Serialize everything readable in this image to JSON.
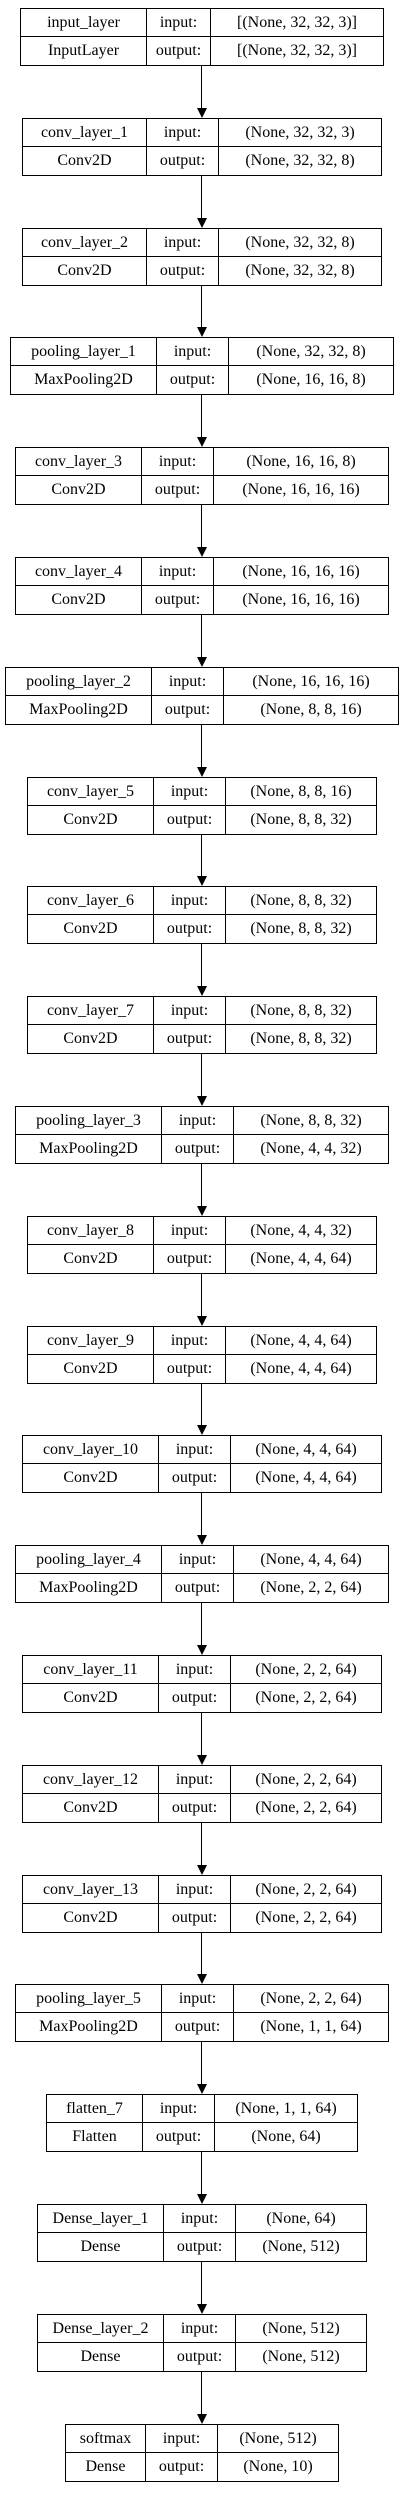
{
  "field_labels": {
    "input": "input:",
    "output": "output:"
  },
  "layers": [
    {
      "name": "input_layer",
      "type": "InputLayer",
      "input": "[(None, 32, 32, 3)]",
      "output": "[(None, 32, 32, 3)]"
    },
    {
      "name": "conv_layer_1",
      "type": "Conv2D",
      "input": "(None, 32, 32, 3)",
      "output": "(None, 32, 32, 8)"
    },
    {
      "name": "conv_layer_2",
      "type": "Conv2D",
      "input": "(None, 32, 32, 8)",
      "output": "(None, 32, 32, 8)"
    },
    {
      "name": "pooling_layer_1",
      "type": "MaxPooling2D",
      "input": "(None, 32, 32, 8)",
      "output": "(None, 16, 16, 8)"
    },
    {
      "name": "conv_layer_3",
      "type": "Conv2D",
      "input": "(None, 16, 16, 8)",
      "output": "(None, 16, 16, 16)"
    },
    {
      "name": "conv_layer_4",
      "type": "Conv2D",
      "input": "(None, 16, 16, 16)",
      "output": "(None, 16, 16, 16)"
    },
    {
      "name": "pooling_layer_2",
      "type": "MaxPooling2D",
      "input": "(None, 16, 16, 16)",
      "output": "(None, 8, 8, 16)"
    },
    {
      "name": "conv_layer_5",
      "type": "Conv2D",
      "input": "(None, 8, 8, 16)",
      "output": "(None, 8, 8, 32)"
    },
    {
      "name": "conv_layer_6",
      "type": "Conv2D",
      "input": "(None, 8, 8, 32)",
      "output": "(None, 8, 8, 32)"
    },
    {
      "name": "conv_layer_7",
      "type": "Conv2D",
      "input": "(None, 8, 8, 32)",
      "output": "(None, 8, 8, 32)"
    },
    {
      "name": "pooling_layer_3",
      "type": "MaxPooling2D",
      "input": "(None, 8, 8, 32)",
      "output": "(None, 4, 4, 32)"
    },
    {
      "name": "conv_layer_8",
      "type": "Conv2D",
      "input": "(None, 4, 4, 32)",
      "output": "(None, 4, 4, 64)"
    },
    {
      "name": "conv_layer_9",
      "type": "Conv2D",
      "input": "(None, 4, 4, 64)",
      "output": "(None, 4, 4, 64)"
    },
    {
      "name": "conv_layer_10",
      "type": "Conv2D",
      "input": "(None, 4, 4, 64)",
      "output": "(None, 4, 4, 64)"
    },
    {
      "name": "pooling_layer_4",
      "type": "MaxPooling2D",
      "input": "(None, 4, 4, 64)",
      "output": "(None, 2, 2, 64)"
    },
    {
      "name": "conv_layer_11",
      "type": "Conv2D",
      "input": "(None, 2, 2, 64)",
      "output": "(None, 2, 2, 64)"
    },
    {
      "name": "conv_layer_12",
      "type": "Conv2D",
      "input": "(None, 2, 2, 64)",
      "output": "(None, 2, 2, 64)"
    },
    {
      "name": "conv_layer_13",
      "type": "Conv2D",
      "input": "(None, 2, 2, 64)",
      "output": "(None, 2, 2, 64)"
    },
    {
      "name": "pooling_layer_5",
      "type": "MaxPooling2D",
      "input": "(None, 2, 2, 64)",
      "output": "(None, 1, 1, 64)"
    },
    {
      "name": "flatten_7",
      "type": "Flatten",
      "input": "(None, 1, 1, 64)",
      "output": "(None, 64)"
    },
    {
      "name": "Dense_layer_1",
      "type": "Dense",
      "input": "(None, 64)",
      "output": "(None, 512)"
    },
    {
      "name": "Dense_layer_2",
      "type": "Dense",
      "input": "(None, 512)",
      "output": "(None, 512)"
    },
    {
      "name": "softmax",
      "type": "Dense",
      "input": "(None, 512)",
      "output": "(None, 10)"
    }
  ]
}
